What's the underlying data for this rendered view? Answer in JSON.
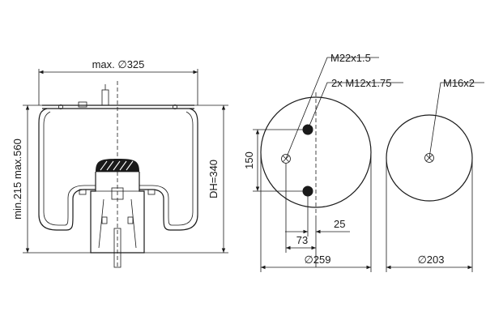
{
  "labels": {
    "max_diameter": "max. ∅325",
    "stroke_range": "min.215 max.560",
    "design_height": "DH=340",
    "thread_top": "M22x1.5",
    "thread_pair": "2x M12x1.75",
    "thread_bottom": "M16x2",
    "hole_spacing": "150",
    "offset_25": "25",
    "offset_73": "73",
    "top_plate_diameter": "∅259",
    "bottom_plate_diameter": "∅203"
  },
  "colors": {
    "line": "#1a1a1a",
    "background": "#ffffff"
  }
}
